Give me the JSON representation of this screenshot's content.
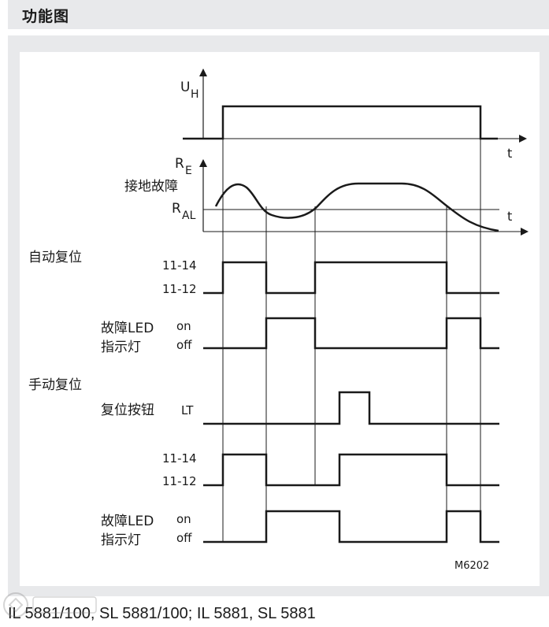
{
  "header": {
    "title": "功能图"
  },
  "diagram": {
    "supply": {
      "label_main": "U",
      "label_sub": "H",
      "time": "t"
    },
    "resistance": {
      "label_main": "R",
      "label_sub": "E",
      "fault_label": "接地故障",
      "threshold_main": "R",
      "threshold_sub": "AL",
      "time": "t"
    },
    "auto_reset": {
      "title": "自动复位",
      "contact_no": "11-14",
      "contact_nc": "11-12",
      "led_label_1": "故障LED",
      "led_label_2": "指示灯",
      "led_on": "on",
      "led_off": "off"
    },
    "manual_reset": {
      "title": "手动复位",
      "button_label": "复位按钮",
      "button_code": "LT",
      "contact_no": "11-14",
      "contact_nc": "11-12",
      "led_label_1": "故障LED",
      "led_label_2": "指示灯",
      "led_on": "on",
      "led_off": "off"
    },
    "figure_id": "M6202"
  },
  "caption": "IL 5881/100, SL 5881/100; IL 5881, SL 5881",
  "colors": {
    "line": "#1a1a1a",
    "panel": "#e8e9eb",
    "background": "#ffffff"
  }
}
